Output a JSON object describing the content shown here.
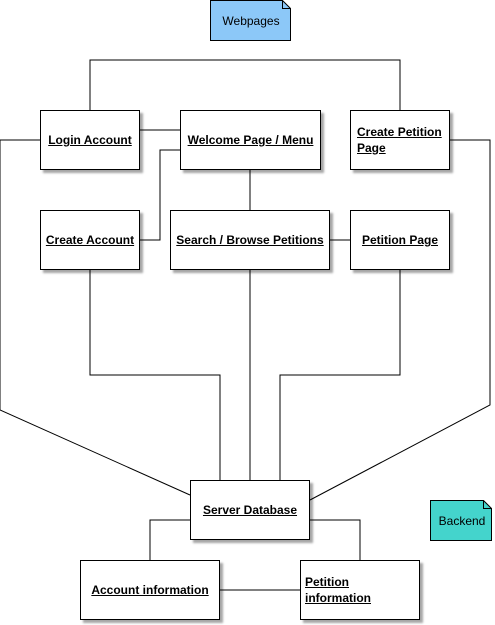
{
  "notes": {
    "webpages": {
      "label": "Webpages",
      "color": "#8cc8f8"
    },
    "backend": {
      "label": "Backend",
      "color": "#44d4cc"
    }
  },
  "boxes": {
    "login_account": "Login Account",
    "welcome_page": "Welcome Page / Menu",
    "create_petition_page_line1": "Create Petition",
    "create_petition_page_line2": "Page",
    "create_account": "Create Account",
    "search_browse": "Search / Browse Petitions",
    "petition_page": "Petition Page",
    "server_database": "Server Database",
    "account_information": "Account information",
    "petition_information": "Petition information"
  }
}
